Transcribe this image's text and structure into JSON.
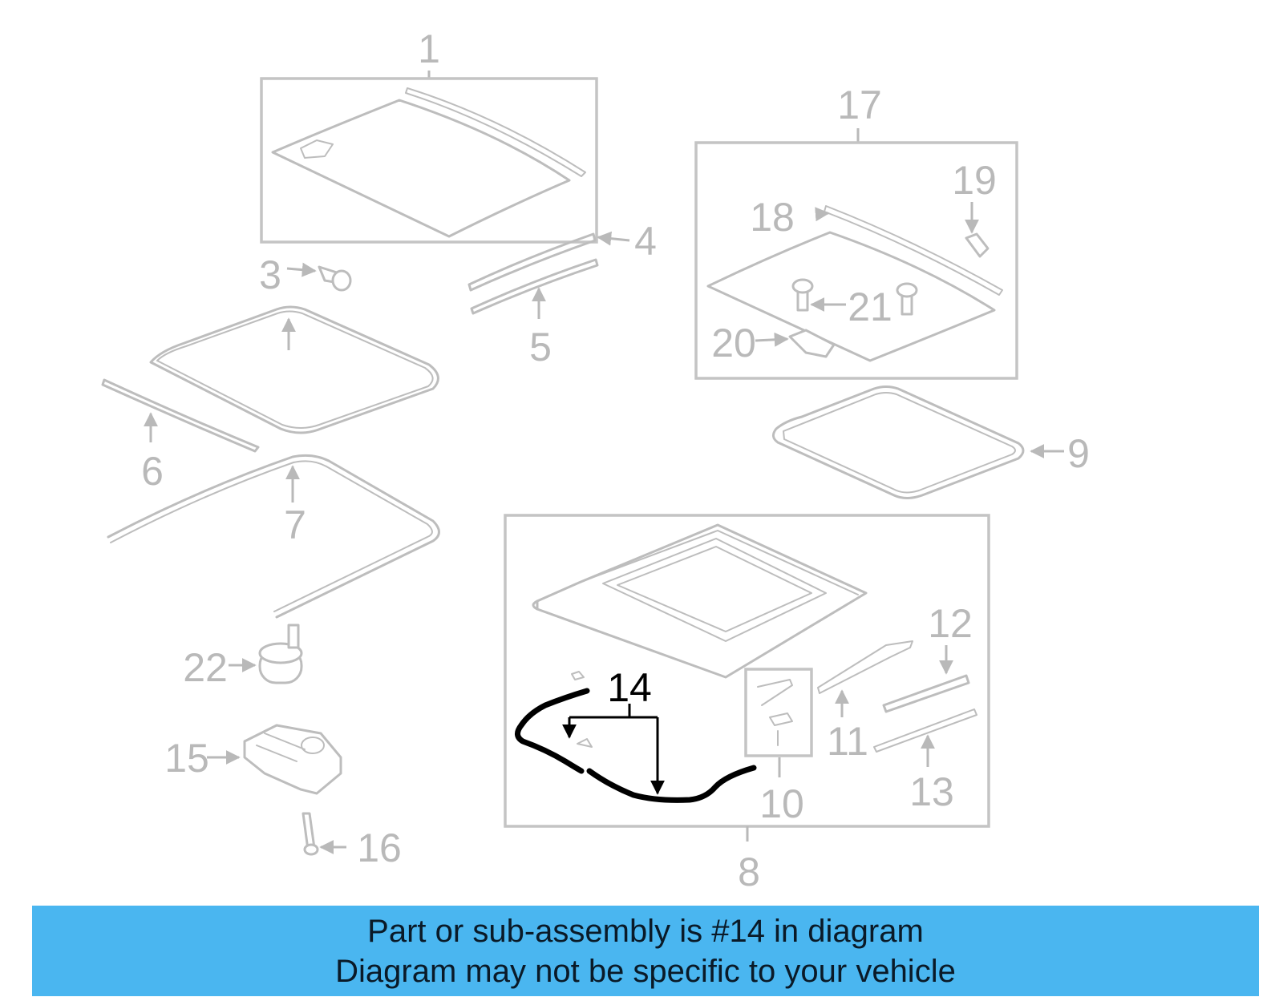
{
  "diagram": {
    "callouts": {
      "c1": "1",
      "c3": "3",
      "c4": "4",
      "c5": "5",
      "c6": "6",
      "c7": "7",
      "c8": "8",
      "c9": "9",
      "c10": "10",
      "c11": "11",
      "c12": "12",
      "c13": "13",
      "c14": "14",
      "c15": "15",
      "c16": "16",
      "c17": "17",
      "c18": "18",
      "c19": "19",
      "c20": "20",
      "c21": "21",
      "c22": "22"
    },
    "highlighted_part": "14",
    "colors": {
      "part_line": "#bdbdbd",
      "highlight": "#000000",
      "banner": "#4ab6f0"
    }
  },
  "banner": {
    "line1": "Part or sub-assembly is #14 in diagram",
    "line2": "Diagram may not be specific to your vehicle"
  }
}
